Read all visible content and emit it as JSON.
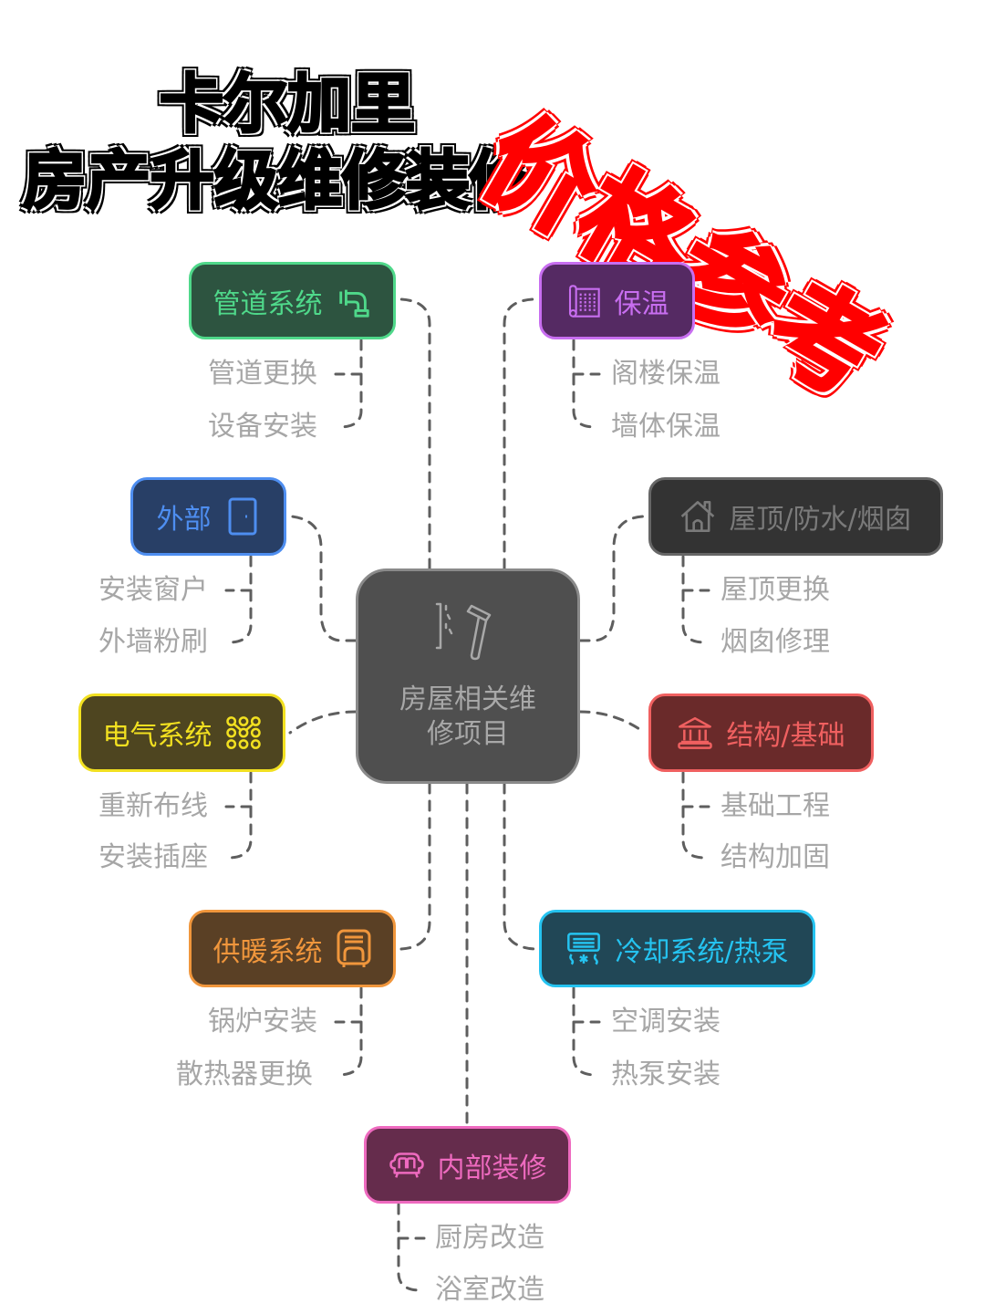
{
  "header": {
    "title_line1": "卡尔加里",
    "title_line2": "房产升级维修装修",
    "stamp": "价格参考"
  },
  "colors": {
    "connector": "#5e5e5e",
    "leaf_text": "#a6a6a6",
    "stamp": "#ff0000"
  },
  "center": {
    "label": "房屋相关维修项目",
    "icon": "hammer-wall-icon"
  },
  "branches": [
    {
      "id": "plumbing",
      "label": "管道系统",
      "icon": "pipe-faucet-icon",
      "bg": "#2d5440",
      "accent": "#4fd88a",
      "items": [
        "管道更换",
        "设备安装"
      ]
    },
    {
      "id": "insulation",
      "label": "保温",
      "icon": "insulation-roll-icon",
      "bg": "#552a63",
      "accent": "#c86ef0",
      "items": [
        "阁楼保温",
        "墙体保温"
      ]
    },
    {
      "id": "exterior",
      "label": "外部",
      "icon": "door-icon",
      "bg": "#283f66",
      "accent": "#4e8ef0",
      "items": [
        "安装窗户",
        "外墙粉刷"
      ]
    },
    {
      "id": "roofing",
      "label": "屋顶/防水/烟囱",
      "icon": "house-icon",
      "bg": "#333333",
      "accent": "#777777",
      "items": [
        "屋顶更换",
        "烟囱修理"
      ]
    },
    {
      "id": "electrical",
      "label": "电气系统",
      "icon": "circuit-nodes-icon",
      "bg": "#4e4520",
      "accent": "#f2e020",
      "items": [
        "重新布线",
        "安装插座"
      ]
    },
    {
      "id": "structure",
      "label": "结构/基础",
      "icon": "bank-building-icon",
      "bg": "#6a2a2a",
      "accent": "#f06060",
      "items": [
        "基础工程",
        "结构加固"
      ]
    },
    {
      "id": "heating",
      "label": "供暖系统",
      "icon": "furnace-icon",
      "bg": "#5a4025",
      "accent": "#f0963c",
      "items": [
        "锅炉安装",
        "散热器更换"
      ]
    },
    {
      "id": "cooling",
      "label": "冷却系统/热泵",
      "icon": "air-conditioner-icon",
      "bg": "#214756",
      "accent": "#25c3f0",
      "items": [
        "空调安装",
        "热泵安装"
      ]
    },
    {
      "id": "interior",
      "label": "内部装修",
      "icon": "sofa-icon",
      "bg": "#652c4c",
      "accent": "#ee6abf",
      "items": [
        "厨房改造",
        "浴室改造"
      ]
    }
  ]
}
